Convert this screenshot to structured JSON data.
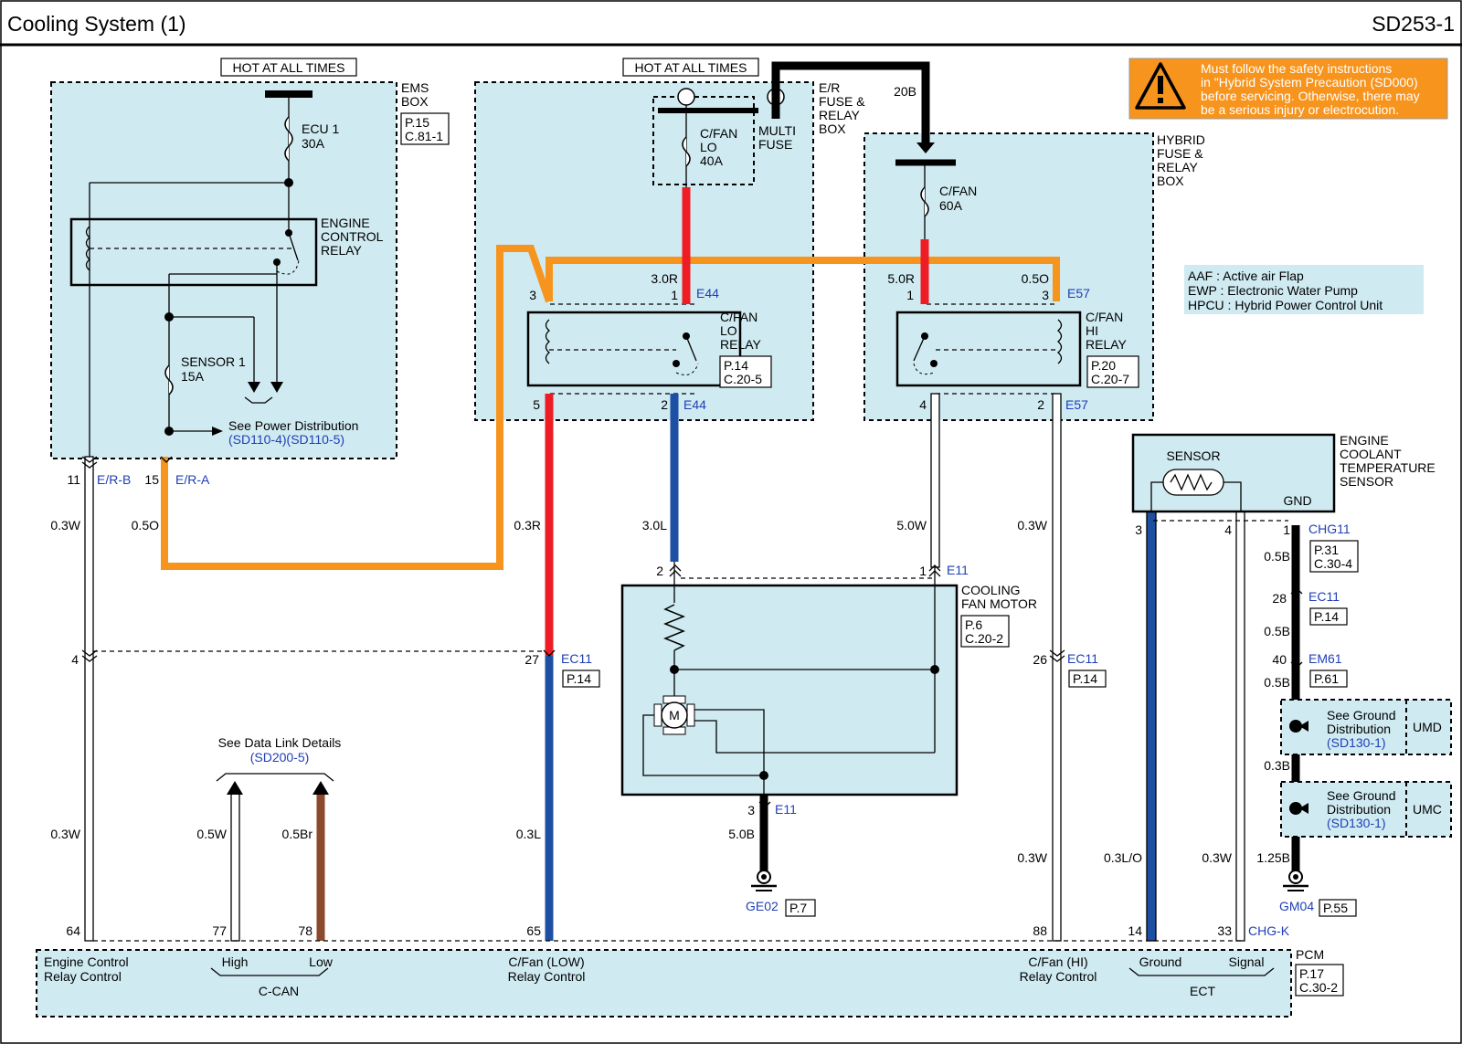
{
  "page": {
    "title": "Cooling System (1)",
    "code": "SD253-1"
  },
  "warning": {
    "lines": [
      "Must follow the safety instructions",
      "in \"Hybrid System Precaution (SD000)",
      "before servicing. Otherwise, there may",
      "be a serious injury or electrocution."
    ],
    "color": "#f7941d"
  },
  "hot_labels": {
    "left": "HOT AT ALL TIMES",
    "center": "HOT AT ALL TIMES"
  },
  "ems_box": {
    "name_lines": [
      "EMS",
      "BOX"
    ],
    "page_ref": "P.15",
    "conn_ref": "C.81-1",
    "fuse_ecu": {
      "name": "ECU 1",
      "rating": "30A"
    },
    "relay_lines": [
      "ENGINE",
      "CONTROL",
      "RELAY"
    ],
    "fuse_sensor": {
      "name": "SENSOR 1",
      "rating": "15A"
    },
    "power_dist": {
      "text": "See Power Distribution",
      "ref": "(SD110-4)(SD110-5)"
    }
  },
  "er_box": {
    "name_lines": [
      "E/R",
      "FUSE &",
      "RELAY",
      "BOX"
    ],
    "fuse": {
      "lines": [
        "C/FAN",
        "LO",
        "40A"
      ]
    },
    "multi_fuse_lines": [
      "MULTI",
      "FUSE"
    ],
    "relay_lines": [
      "C/FAN",
      "LO",
      "RELAY"
    ],
    "relay_page": "P.14",
    "relay_conn": "C.20-5",
    "pins": {
      "p3": "3",
      "p1": "1",
      "p5": "5",
      "p2": "2",
      "conn_top": "E44",
      "conn_bottom": "E44"
    },
    "wire_top": "3.0R"
  },
  "hybrid_box": {
    "name_lines": [
      "HYBRID",
      "FUSE &",
      "RELAY",
      "BOX"
    ],
    "fuse": {
      "name": "C/FAN",
      "rating": "60A"
    },
    "feed_wire": "20B",
    "relay_lines": [
      "C/FAN",
      "HI",
      "RELAY"
    ],
    "relay_page": "P.20",
    "relay_conn": "C.20-7",
    "pins": {
      "p1": "1",
      "p3": "3",
      "p4": "4",
      "p2": "2",
      "conn_top": "E57",
      "conn_bottom": "E57"
    },
    "wire_left": "5.0R",
    "wire_right": "0.5O"
  },
  "legend": [
    "AAF : Active air Flap",
    "EWP : Electronic Water Pump",
    "HPCU : Hybrid Power Control Unit"
  ],
  "ect_sensor": {
    "name_lines": [
      "ENGINE",
      "COOLANT",
      "TEMPERATURE",
      "SENSOR"
    ],
    "inner_label": "SENSOR",
    "gnd": "GND",
    "pins": {
      "p3": "3",
      "p4": "4",
      "p1": "1"
    },
    "conn": "CHG11",
    "page_ref": "P.31",
    "conn_ref": "C.30-4"
  },
  "fan_motor": {
    "name_lines": [
      "COOLING",
      "FAN MOTOR"
    ],
    "page_ref": "P.6",
    "conn_ref": "C.20-2",
    "pin2": "2",
    "pin1": "1",
    "conn_top": "E11",
    "pin3": "3",
    "conn_bottom": "E11",
    "motor": "M",
    "ground_wire": "5.0B",
    "ground": "GE02",
    "ground_page": "P.7"
  },
  "wires": {
    "er_b": {
      "pin": "11",
      "conn": "E/R-B",
      "gauge": "0.3W"
    },
    "er_a": {
      "pin": "15",
      "conn": "E/R-A",
      "gauge": "0.5O"
    },
    "low_red": "0.3R",
    "mid_blue": "3.0L",
    "hi_white": "5.0W",
    "hi_white2": "0.3W",
    "pin4": "4",
    "pin27": "27",
    "ec11_a": "EC11",
    "p14_a": "P.14",
    "pin26": "26",
    "ec11_b": "EC11",
    "p14_b": "P.14",
    "left_low": "0.3W",
    "canh": "0.5W",
    "canl": "0.5Br",
    "low_blue": "0.3L",
    "ect_lo": "0.3L/O",
    "ect_w": "0.3W",
    "gnd_b": "1.25B",
    "b1": "0.5B",
    "b2": "0.5B",
    "b3": "0.3B",
    "pin28": "28",
    "ec11_c": "EC11",
    "p14_c": "P.14",
    "pin40": "40",
    "em61": "EM61",
    "p61": "P.61",
    "gm04": "GM04",
    "p55": "P.55"
  },
  "data_link": {
    "text": "See Data Link Details",
    "ref": "(SD200-5)"
  },
  "ground_dist": [
    {
      "text": [
        "See Ground",
        "Distribution"
      ],
      "ref": "(SD130-1)",
      "tag": "UMD"
    },
    {
      "text": [
        "See Ground",
        "Distribution"
      ],
      "ref": "(SD130-1)",
      "tag": "UMC"
    }
  ],
  "pcm": {
    "name": "PCM",
    "page_ref": "P.17",
    "conn_ref": "C.30-2",
    "pins": {
      "p64": "64",
      "p77": "77",
      "p78": "78",
      "p65": "65",
      "p88": "88",
      "p14": "14",
      "p33": "33",
      "chgk": "CHG-K"
    },
    "labels": {
      "ecr": [
        "Engine Control",
        "Relay Control"
      ],
      "high": "High",
      "low": "Low",
      "ccan": "C-CAN",
      "cfan_low": [
        "C/Fan (LOW)",
        "Relay Control"
      ],
      "cfan_hi": [
        "C/Fan (HI)",
        "Relay Control"
      ],
      "ground": "Ground",
      "signal": "Signal",
      "ect": "ECT"
    }
  }
}
